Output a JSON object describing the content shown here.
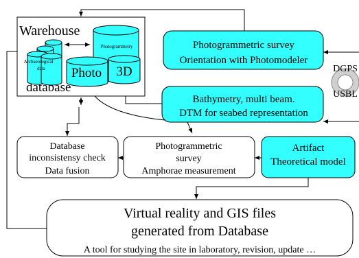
{
  "colors": {
    "cyan": "#33ffff",
    "line": "#000000",
    "background": "#ffffff"
  },
  "warehouse": {
    "title": "Warehouse",
    "subtitle": "database",
    "cylinders": {
      "archaeological": "Archaeological data",
      "photogrammetry": "Photogrammetry",
      "photo": "Photo",
      "three_d": "3D"
    }
  },
  "photogrammetric_survey_box": {
    "line1": "Photogrammetric survey",
    "line2": "Orientation with Photomodeler"
  },
  "bathymetry_box": {
    "line1": "Bathymetry, multi beam.",
    "line2": "DTM for seabed representation"
  },
  "dgps_usbl": {
    "top": "DGPS",
    "bottom": "USBL"
  },
  "database_check_box": {
    "line1": "Database",
    "line2": "inconsistensy check",
    "line3": "Data fusion"
  },
  "amphorae_box": {
    "line1": "Photogrammetric",
    "line2": "survey",
    "line3": "Amphorae measurement"
  },
  "artifact_box": {
    "line1": "Artifact",
    "line2": "Theoretical model"
  },
  "vr_box": {
    "line1": "Virtual reality and GIS files",
    "line2": "generated from Database",
    "line3": "A tool for studying the site in laboratory, revision, update …"
  }
}
